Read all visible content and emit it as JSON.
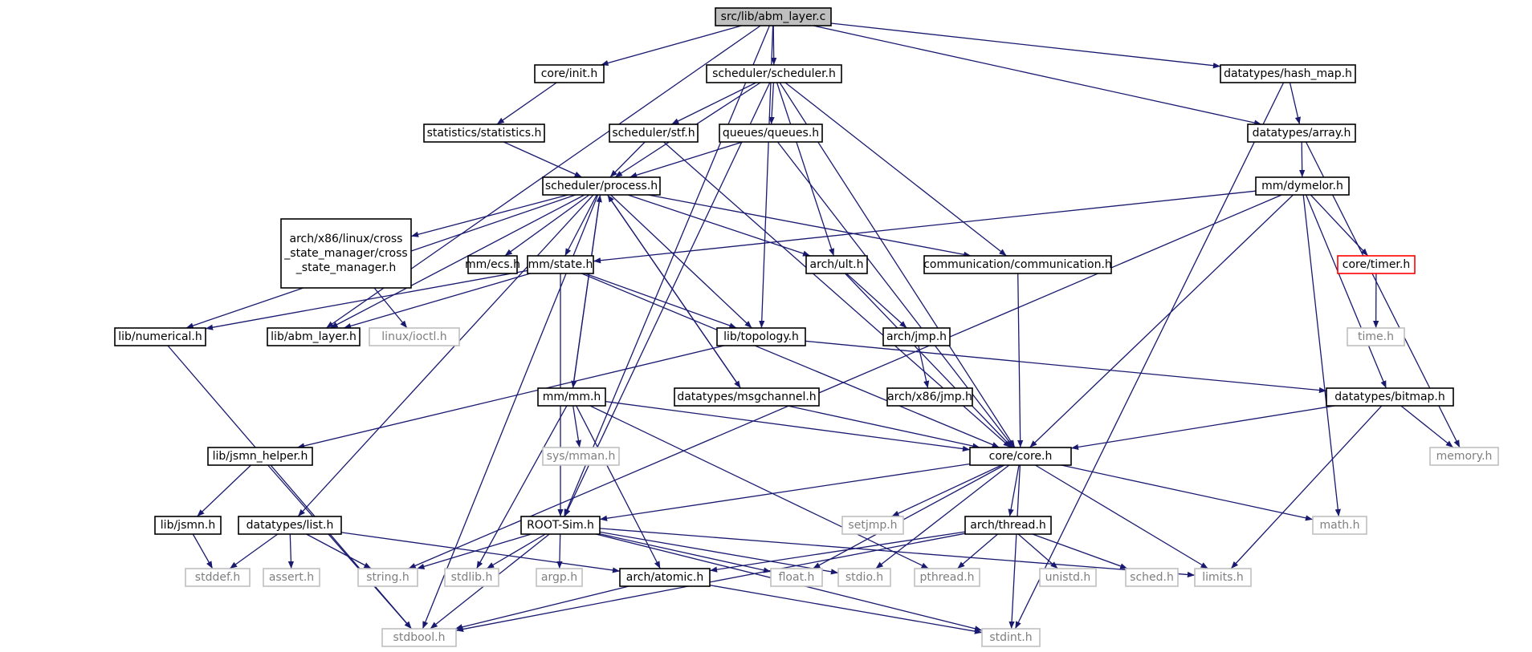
{
  "title": "src/lib/abm_layer.c",
  "colors": {
    "edge": "#191970",
    "node_border": "#000000",
    "node_border_missing": "#bfbfbf",
    "node_border_highlight": "#ff0000",
    "root_fill": "#bfbfbf",
    "text": "#000000",
    "text_missing": "#7f7f7f"
  },
  "nodes": [
    {
      "id": "abm_layer_c",
      "label": "src/lib/abm_layer.c",
      "style": "root"
    },
    {
      "id": "core_init",
      "label": "core/init.h",
      "style": "normal"
    },
    {
      "id": "sched_sched",
      "label": "scheduler/scheduler.h",
      "style": "normal"
    },
    {
      "id": "hash_map",
      "label": "datatypes/hash_map.h",
      "style": "normal"
    },
    {
      "id": "statistics",
      "label": "statistics/statistics.h",
      "style": "normal"
    },
    {
      "id": "sched_stf",
      "label": "scheduler/stf.h",
      "style": "normal"
    },
    {
      "id": "queues",
      "label": "queues/queues.h",
      "style": "normal"
    },
    {
      "id": "array",
      "label": "datatypes/array.h",
      "style": "normal"
    },
    {
      "id": "process",
      "label": "scheduler/process.h",
      "style": "normal"
    },
    {
      "id": "dymelor",
      "label": "mm/dymelor.h",
      "style": "normal"
    },
    {
      "id": "cross_state",
      "label": "arch/x86/linux/cross\n_state_manager/cross\n_state_manager.h",
      "style": "normal"
    },
    {
      "id": "mm_ecs",
      "label": "mm/ecs.h",
      "style": "normal"
    },
    {
      "id": "mm_state",
      "label": "mm/state.h",
      "style": "normal"
    },
    {
      "id": "arch_ult",
      "label": "arch/ult.h",
      "style": "normal"
    },
    {
      "id": "communication",
      "label": "communication/communication.h",
      "style": "normal"
    },
    {
      "id": "core_timer",
      "label": "core/timer.h",
      "style": "highlight"
    },
    {
      "id": "numerical",
      "label": "lib/numerical.h",
      "style": "normal"
    },
    {
      "id": "abm_layer_h",
      "label": "lib/abm_layer.h",
      "style": "normal"
    },
    {
      "id": "linux_ioctl",
      "label": "linux/ioctl.h",
      "style": "missing"
    },
    {
      "id": "topology",
      "label": "lib/topology.h",
      "style": "normal"
    },
    {
      "id": "arch_jmp",
      "label": "arch/jmp.h",
      "style": "normal"
    },
    {
      "id": "time_h",
      "label": "time.h",
      "style": "missing"
    },
    {
      "id": "mm_mm",
      "label": "mm/mm.h",
      "style": "normal"
    },
    {
      "id": "msgchannel",
      "label": "datatypes/msgchannel.h",
      "style": "normal"
    },
    {
      "id": "x86_jmp",
      "label": "arch/x86/jmp.h",
      "style": "normal"
    },
    {
      "id": "bitmap",
      "label": "datatypes/bitmap.h",
      "style": "normal"
    },
    {
      "id": "jsmn_helper",
      "label": "lib/jsmn_helper.h",
      "style": "normal"
    },
    {
      "id": "sys_mman",
      "label": "sys/mman.h",
      "style": "missing"
    },
    {
      "id": "core_core",
      "label": "core/core.h",
      "style": "normal"
    },
    {
      "id": "memory_h",
      "label": "memory.h",
      "style": "missing"
    },
    {
      "id": "jsmn",
      "label": "lib/jsmn.h",
      "style": "normal"
    },
    {
      "id": "dt_list",
      "label": "datatypes/list.h",
      "style": "normal"
    },
    {
      "id": "rootsim",
      "label": "ROOT-Sim.h",
      "style": "normal"
    },
    {
      "id": "setjmp",
      "label": "setjmp.h",
      "style": "missing"
    },
    {
      "id": "arch_thread",
      "label": "arch/thread.h",
      "style": "normal"
    },
    {
      "id": "math_h",
      "label": "math.h",
      "style": "missing"
    },
    {
      "id": "stddef",
      "label": "stddef.h",
      "style": "missing"
    },
    {
      "id": "assert_h",
      "label": "assert.h",
      "style": "missing"
    },
    {
      "id": "string_h",
      "label": "string.h",
      "style": "missing"
    },
    {
      "id": "stdlib_h",
      "label": "stdlib.h",
      "style": "missing"
    },
    {
      "id": "argp_h",
      "label": "argp.h",
      "style": "missing"
    },
    {
      "id": "arch_atomic",
      "label": "arch/atomic.h",
      "style": "normal"
    },
    {
      "id": "float_h",
      "label": "float.h",
      "style": "missing"
    },
    {
      "id": "stdio_h",
      "label": "stdio.h",
      "style": "missing"
    },
    {
      "id": "pthread_h",
      "label": "pthread.h",
      "style": "missing"
    },
    {
      "id": "unistd_h",
      "label": "unistd.h",
      "style": "missing"
    },
    {
      "id": "sched_h",
      "label": "sched.h",
      "style": "missing"
    },
    {
      "id": "limits_h",
      "label": "limits.h",
      "style": "missing"
    },
    {
      "id": "stdbool_h",
      "label": "stdbool.h",
      "style": "missing"
    },
    {
      "id": "stdint_h",
      "label": "stdint.h",
      "style": "missing"
    }
  ],
  "edges": [
    [
      "abm_layer_c",
      "core_init"
    ],
    [
      "abm_layer_c",
      "sched_sched"
    ],
    [
      "abm_layer_c",
      "hash_map"
    ],
    [
      "abm_layer_c",
      "array"
    ],
    [
      "abm_layer_c",
      "abm_layer_h"
    ],
    [
      "abm_layer_c",
      "topology"
    ],
    [
      "abm_layer_c",
      "rootsim"
    ],
    [
      "core_init",
      "statistics"
    ],
    [
      "statistics",
      "process"
    ],
    [
      "sched_sched",
      "process"
    ],
    [
      "sched_sched",
      "sched_stf"
    ],
    [
      "sched_sched",
      "queues"
    ],
    [
      "sched_sched",
      "arch_ult"
    ],
    [
      "sched_sched",
      "communication"
    ],
    [
      "sched_sched",
      "core_core"
    ],
    [
      "sched_sched",
      "rootsim"
    ],
    [
      "sched_stf",
      "process"
    ],
    [
      "sched_stf",
      "core_core"
    ],
    [
      "queues",
      "process"
    ],
    [
      "queues",
      "core_core"
    ],
    [
      "hash_map",
      "array"
    ],
    [
      "hash_map",
      "stdint_h"
    ],
    [
      "array",
      "dymelor"
    ],
    [
      "array",
      "memory_h"
    ],
    [
      "dymelor",
      "mm_state"
    ],
    [
      "dymelor",
      "core_timer"
    ],
    [
      "dymelor",
      "bitmap"
    ],
    [
      "dymelor",
      "core_core"
    ],
    [
      "dymelor",
      "math_h"
    ],
    [
      "dymelor",
      "string_h"
    ],
    [
      "core_timer",
      "time_h"
    ],
    [
      "process",
      "cross_state"
    ],
    [
      "process",
      "mm_ecs"
    ],
    [
      "process",
      "mm_state"
    ],
    [
      "process",
      "arch_ult"
    ],
    [
      "process",
      "communication"
    ],
    [
      "process",
      "numerical"
    ],
    [
      "process",
      "abm_layer_h"
    ],
    [
      "process",
      "topology"
    ],
    [
      "process",
      "mm_mm"
    ],
    [
      "process",
      "msgchannel"
    ],
    [
      "process",
      "dt_list"
    ],
    [
      "process",
      "stdbool_h"
    ],
    [
      "cross_state",
      "linux_ioctl"
    ],
    [
      "mm_state",
      "numerical"
    ],
    [
      "mm_state",
      "abm_layer_h"
    ],
    [
      "mm_state",
      "topology"
    ],
    [
      "mm_state",
      "core_core"
    ],
    [
      "mm_state",
      "rootsim"
    ],
    [
      "arch_ult",
      "arch_jmp"
    ],
    [
      "arch_ult",
      "core_core"
    ],
    [
      "arch_jmp",
      "x86_jmp"
    ],
    [
      "communication",
      "core_core"
    ],
    [
      "numerical",
      "stdbool_h"
    ],
    [
      "topology",
      "bitmap"
    ],
    [
      "topology",
      "jsmn_helper"
    ],
    [
      "mm_mm",
      "process"
    ],
    [
      "mm_mm",
      "sys_mman"
    ],
    [
      "mm_mm",
      "core_core"
    ],
    [
      "mm_mm",
      "stdlib_h"
    ],
    [
      "mm_mm",
      "arch_atomic"
    ],
    [
      "mm_mm",
      "pthread_h"
    ],
    [
      "msgchannel",
      "process"
    ],
    [
      "msgchannel",
      "core_core"
    ],
    [
      "bitmap",
      "core_core"
    ],
    [
      "bitmap",
      "memory_h"
    ],
    [
      "bitmap",
      "limits_h"
    ],
    [
      "jsmn_helper",
      "jsmn"
    ],
    [
      "jsmn_helper",
      "stdbool_h"
    ],
    [
      "jsmn",
      "stddef"
    ],
    [
      "dt_list",
      "stddef"
    ],
    [
      "dt_list",
      "assert_h"
    ],
    [
      "dt_list",
      "string_h"
    ],
    [
      "dt_list",
      "arch_atomic"
    ],
    [
      "core_core",
      "rootsim"
    ],
    [
      "core_core",
      "setjmp"
    ],
    [
      "core_core",
      "arch_thread"
    ],
    [
      "core_core",
      "math_h"
    ],
    [
      "core_core",
      "float_h"
    ],
    [
      "core_core",
      "stdio_h"
    ],
    [
      "core_core",
      "limits_h"
    ],
    [
      "core_core",
      "stdint_h"
    ],
    [
      "rootsim",
      "string_h"
    ],
    [
      "rootsim",
      "stdlib_h"
    ],
    [
      "rootsim",
      "argp_h"
    ],
    [
      "rootsim",
      "float_h"
    ],
    [
      "rootsim",
      "stdio_h"
    ],
    [
      "rootsim",
      "limits_h"
    ],
    [
      "rootsim",
      "stdbool_h"
    ],
    [
      "rootsim",
      "stdint_h"
    ],
    [
      "arch_thread",
      "arch_atomic"
    ],
    [
      "arch_thread",
      "pthread_h"
    ],
    [
      "arch_thread",
      "unistd_h"
    ],
    [
      "arch_thread",
      "sched_h"
    ],
    [
      "arch_thread",
      "stdbool_h"
    ],
    [
      "arch_atomic",
      "stdbool_h"
    ],
    [
      "arch_atomic",
      "stdint_h"
    ]
  ]
}
